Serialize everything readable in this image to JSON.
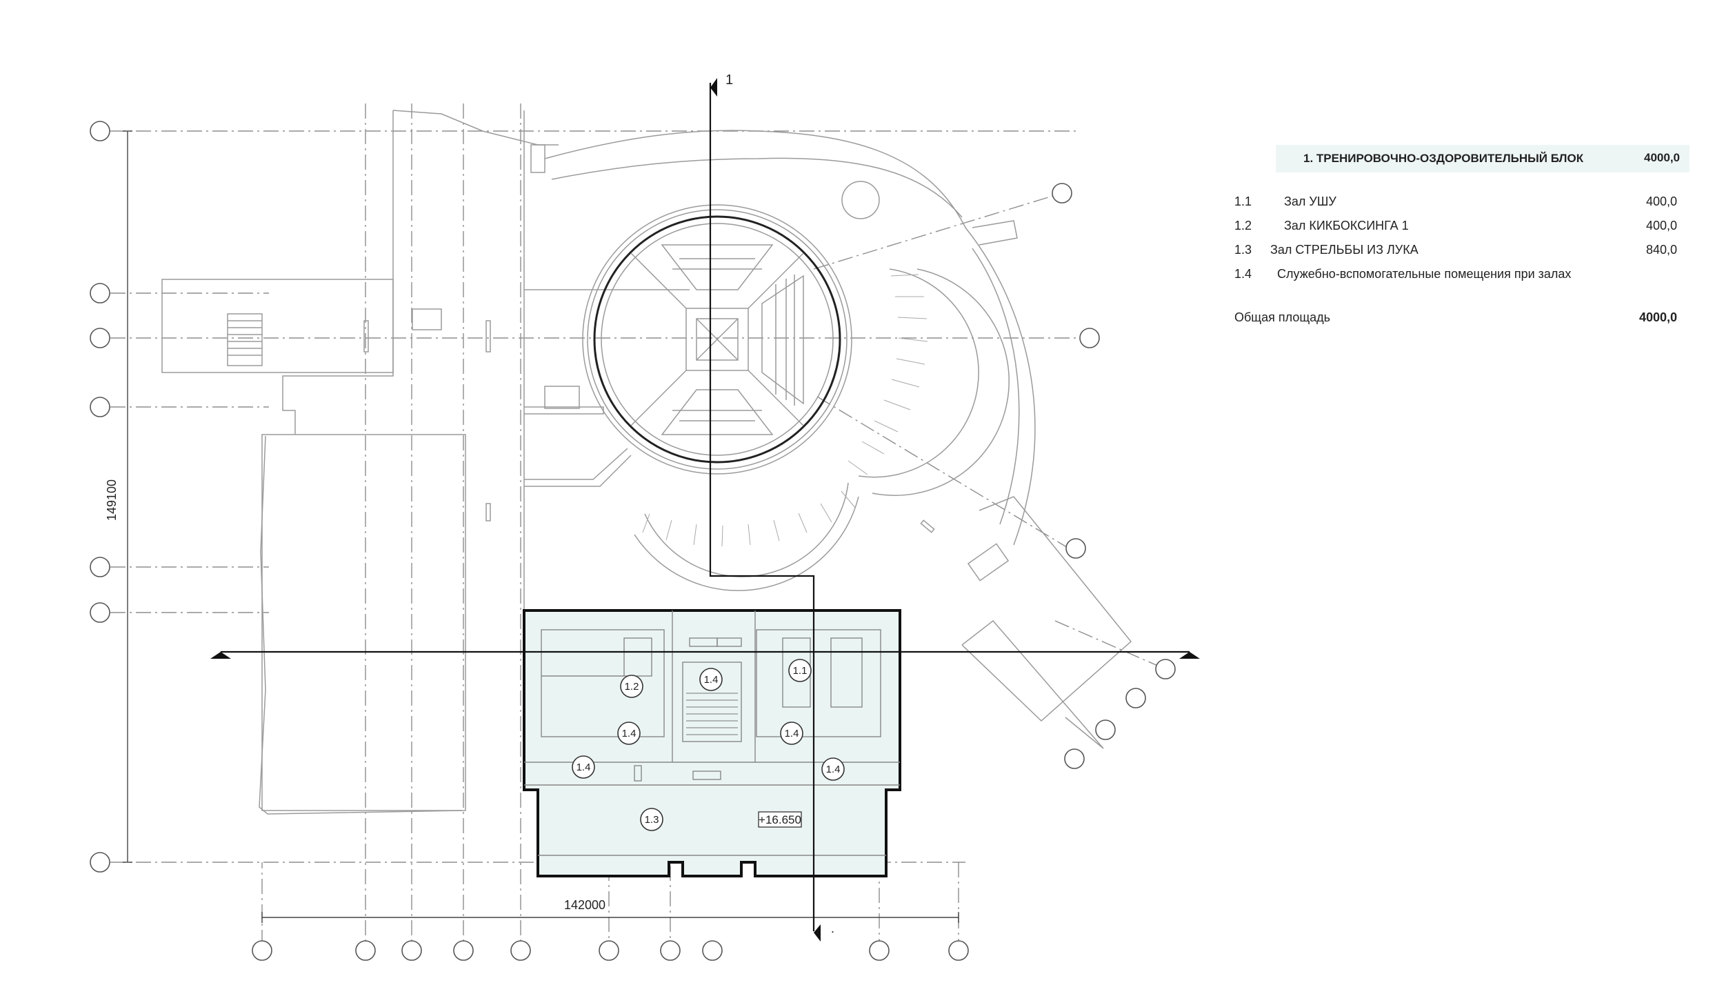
{
  "dimensions": {
    "horizontal": "142000",
    "vertical": "149100"
  },
  "section_marks": {
    "top": "1",
    "bottom": "."
  },
  "level_mark": "+16.650",
  "room_tags": [
    "1.1",
    "1.2",
    "1.3",
    "1.4",
    "1.4",
    "1.4",
    "1.4",
    "1.4"
  ],
  "legend": {
    "block_title": "1. ТРЕНИРОВОЧНО-ОЗДОРОВИТЕЛЬНЫЙ  БЛОК",
    "block_area": "4000,0",
    "items": [
      {
        "num": "1.1",
        "label": "Зал УШУ",
        "area": "400,0"
      },
      {
        "num": "1.2",
        "label": "Зал КИКБОКСИНГА 1",
        "area": "400,0"
      },
      {
        "num": "1.3",
        "label": "Зал СТРЕЛЬБЫ ИЗ ЛУКА",
        "area": "840,0"
      },
      {
        "num": "1.4",
        "label": "Служебно-вспомогательные помещения при залах",
        "area": ""
      }
    ],
    "total_label": "Общая площадь",
    "total_area": "4000,0"
  },
  "colors": {
    "line": "#333333",
    "light_line": "#9a9a9a",
    "highlight_fill": "#eaf4f3"
  }
}
